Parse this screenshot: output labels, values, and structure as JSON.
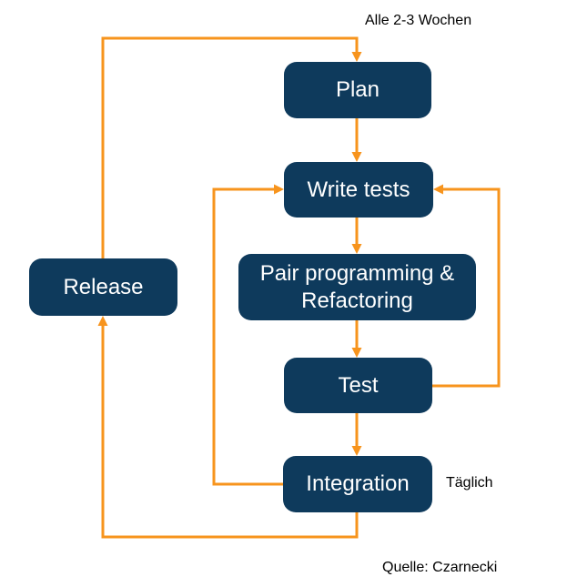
{
  "colors": {
    "node": "#0E3A5C",
    "accent": "#F7941D",
    "text": "#000000",
    "background": "#FFFFFF"
  },
  "diagram": {
    "type": "flowchart",
    "nodes": [
      {
        "id": "plan",
        "label": "Plan"
      },
      {
        "id": "write-tests",
        "label": "Write tests"
      },
      {
        "id": "pair-programming",
        "label": "Pair programming & Refactoring"
      },
      {
        "id": "test",
        "label": "Test"
      },
      {
        "id": "integration",
        "label": "Integration"
      },
      {
        "id": "release",
        "label": "Release"
      }
    ],
    "edges": [
      {
        "from": "release",
        "to": "plan",
        "note": "Alle 2-3 Wochen"
      },
      {
        "from": "plan",
        "to": "write-tests"
      },
      {
        "from": "write-tests",
        "to": "pair-programming"
      },
      {
        "from": "pair-programming",
        "to": "test"
      },
      {
        "from": "test",
        "to": "integration"
      },
      {
        "from": "test",
        "to": "write-tests"
      },
      {
        "from": "integration",
        "to": "write-tests"
      },
      {
        "from": "integration",
        "to": "release",
        "note": "Täglich"
      }
    ]
  },
  "annotations": {
    "cycle_label": "Alle 2-3 Wochen",
    "daily_label": "Täglich",
    "source_label": "Quelle: Czarnecki"
  }
}
